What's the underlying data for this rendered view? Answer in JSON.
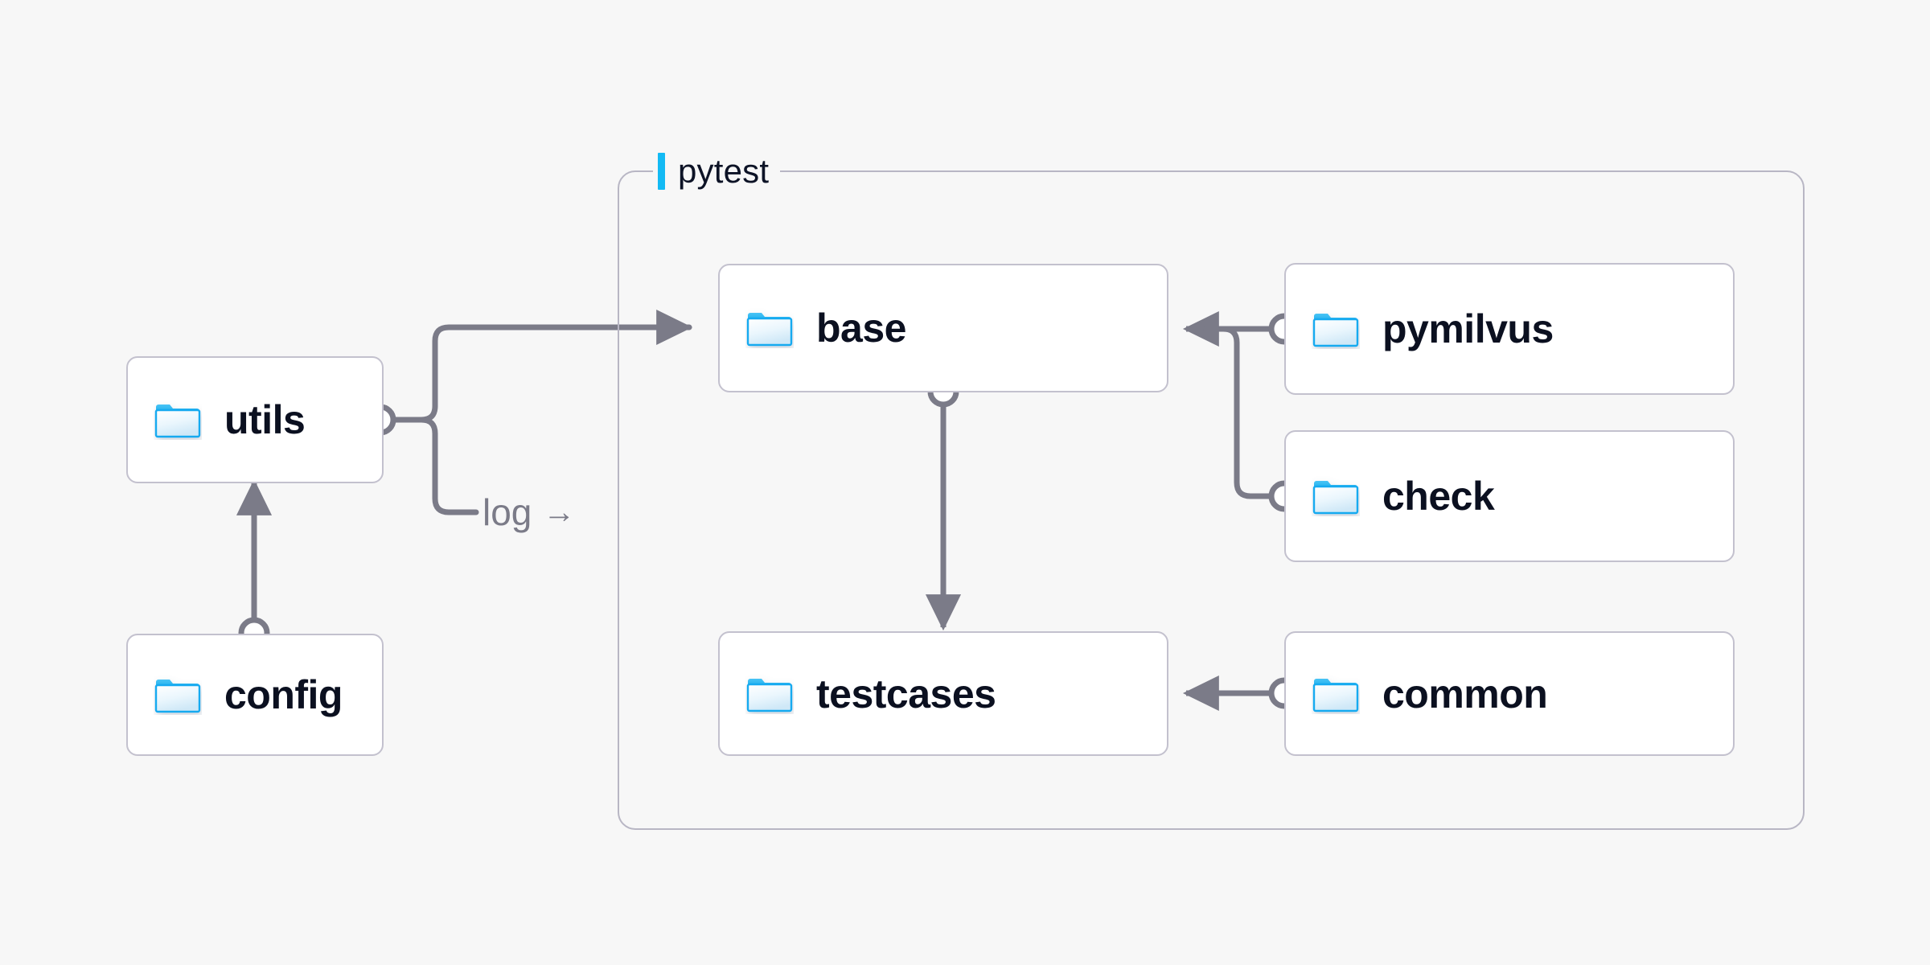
{
  "diagram": {
    "background_color": "#f7f7f7",
    "edge_color": "#7b7b88",
    "node_border_color": "#c3c1ce",
    "node_fill_color": "#ffffff",
    "group_border_color": "#b8b6c4",
    "accent_color": "#13baf4",
    "label_color": "#0b1020"
  },
  "group": {
    "name": "pytest",
    "label": "pytest",
    "accent_bar_color": "#13baf4"
  },
  "nodes": [
    {
      "id": "utils",
      "label": "utils",
      "icon": "folder-icon"
    },
    {
      "id": "config",
      "label": "config",
      "icon": "folder-icon"
    },
    {
      "id": "base",
      "label": "base",
      "icon": "folder-icon"
    },
    {
      "id": "testcases",
      "label": "testcases",
      "icon": "folder-icon"
    },
    {
      "id": "pymilvus",
      "label": "pymilvus",
      "icon": "folder-icon"
    },
    {
      "id": "check",
      "label": "check",
      "icon": "folder-icon"
    },
    {
      "id": "common",
      "label": "common",
      "icon": "folder-icon"
    }
  ],
  "edges": [
    {
      "id": "config-utils",
      "from": "config",
      "to": "utils",
      "label": ""
    },
    {
      "id": "utils-base",
      "from": "utils",
      "to": "base",
      "label": ""
    },
    {
      "id": "utils-log",
      "from": "utils",
      "to": "pytest",
      "label": "log"
    },
    {
      "id": "base-testcases",
      "from": "base",
      "to": "testcases",
      "label": ""
    },
    {
      "id": "pymilvus-base",
      "from": "pymilvus",
      "to": "base",
      "label": ""
    },
    {
      "id": "check-base",
      "from": "check",
      "to": "base",
      "label": ""
    },
    {
      "id": "common-testcases",
      "from": "common",
      "to": "testcases",
      "label": ""
    }
  ],
  "edge_labels": {
    "log": "log",
    "log_arrow": "→"
  }
}
